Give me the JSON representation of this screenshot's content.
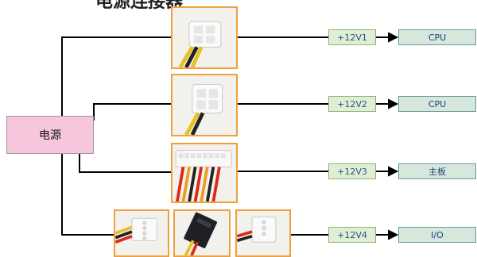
{
  "title": "电源连接器",
  "power_source": {
    "label": "电源"
  },
  "rails": [
    {
      "label": "+12V1",
      "target": "CPU"
    },
    {
      "label": "+12V2",
      "target": "CPU"
    },
    {
      "label": "+12V3",
      "target": "主板"
    },
    {
      "label": "+12V4",
      "target": "I/O"
    }
  ],
  "colors": {
    "wire": "#000000",
    "thumb_border": "#f0a040",
    "power_fill": "#f7c5dc",
    "rail_fill": "#e0efd4",
    "target_fill": "#d6e7dc",
    "label_text": "#2c4f8c"
  }
}
